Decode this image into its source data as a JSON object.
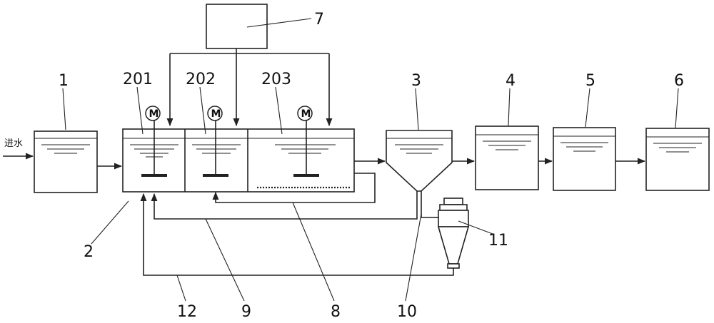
{
  "inlet_label": "进水",
  "motor_label": "M",
  "labels": {
    "tank1": "1",
    "reactor": "2",
    "zone201": "201",
    "zone202": "202",
    "zone203": "203",
    "tank3": "3",
    "tank4": "4",
    "tank5": "5",
    "tank6": "6",
    "dosing7": "7",
    "return8": "8",
    "return9": "9",
    "sludge10": "10",
    "separator11": "11",
    "return12": "12"
  }
}
